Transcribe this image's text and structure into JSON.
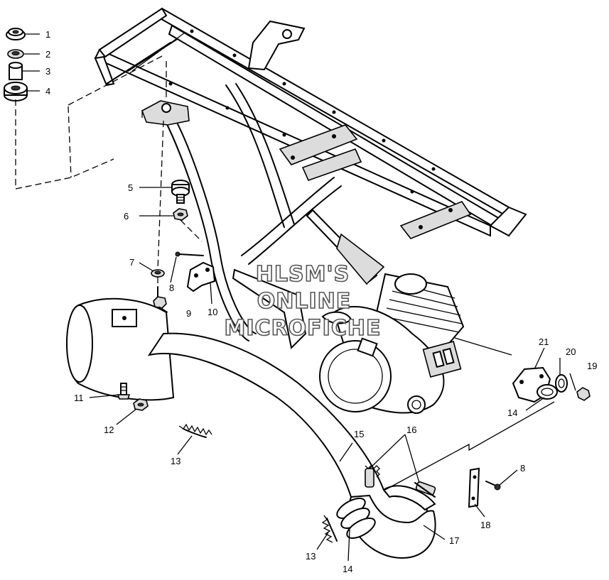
{
  "watermark": {
    "line1": "HLSM'S",
    "line2": "ONLINE",
    "line3": "MICROFICHE"
  },
  "callouts": [
    {
      "id": "c1",
      "number": "1"
    },
    {
      "id": "c2",
      "number": "2"
    },
    {
      "id": "c3",
      "number": "3"
    },
    {
      "id": "c4",
      "number": "4"
    },
    {
      "id": "c5",
      "number": "5"
    },
    {
      "id": "c6",
      "number": "6"
    },
    {
      "id": "c7",
      "number": "7"
    },
    {
      "id": "c8a",
      "number": "8"
    },
    {
      "id": "c9",
      "number": "9"
    },
    {
      "id": "c10",
      "number": "10"
    },
    {
      "id": "c11",
      "number": "11"
    },
    {
      "id": "c12",
      "number": "12"
    },
    {
      "id": "c13a",
      "number": "13"
    },
    {
      "id": "c14a",
      "number": "14"
    },
    {
      "id": "c15",
      "number": "15"
    },
    {
      "id": "c16",
      "number": "16"
    },
    {
      "id": "c17",
      "number": "17"
    },
    {
      "id": "c18",
      "number": "18"
    },
    {
      "id": "c8b",
      "number": "8"
    },
    {
      "id": "c13b",
      "number": "13"
    },
    {
      "id": "c14b",
      "number": "14"
    },
    {
      "id": "c19",
      "number": "19"
    },
    {
      "id": "c20",
      "number": "20"
    },
    {
      "id": "c21",
      "number": "21"
    }
  ]
}
